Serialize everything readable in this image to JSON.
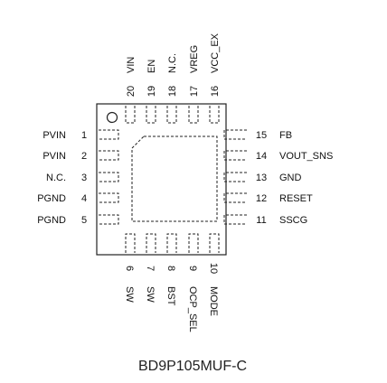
{
  "part_number": "BD9P105MUF-C",
  "pins": {
    "left": [
      {
        "num": "1",
        "name": "PVIN"
      },
      {
        "num": "2",
        "name": "PVIN"
      },
      {
        "num": "3",
        "name": "N.C."
      },
      {
        "num": "4",
        "name": "PGND"
      },
      {
        "num": "5",
        "name": "PGND"
      }
    ],
    "right": [
      {
        "num": "15",
        "name": "FB"
      },
      {
        "num": "14",
        "name": "VOUT_SNS"
      },
      {
        "num": "13",
        "name": "GND"
      },
      {
        "num": "12",
        "name": "RESET"
      },
      {
        "num": "11",
        "name": "SSCG"
      }
    ],
    "top": [
      {
        "num": "20",
        "name": "VIN"
      },
      {
        "num": "19",
        "name": "EN"
      },
      {
        "num": "18",
        "name": "N.C."
      },
      {
        "num": "17",
        "name": "VREG"
      },
      {
        "num": "16",
        "name": "VCC_EX"
      }
    ],
    "bottom": [
      {
        "num": "6",
        "name": "SW"
      },
      {
        "num": "7",
        "name": "SW"
      },
      {
        "num": "8",
        "name": "BST"
      },
      {
        "num": "9",
        "name": "OCP_SEL"
      },
      {
        "num": "10",
        "name": "MODE"
      }
    ]
  }
}
